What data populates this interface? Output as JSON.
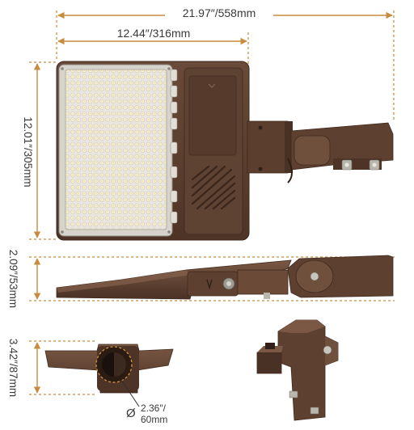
{
  "dimensions": {
    "overall_width": "21.97″/558mm",
    "head_width": "12.44″/316mm",
    "head_height": "12.01″/305mm",
    "side_height": "2.09″/53mm",
    "bracket_height": "3.42″/87mm",
    "pole_diameter_in": "2.36″/",
    "pole_diameter_mm": "60mm",
    "diameter_symbol": "Ø"
  },
  "colors": {
    "housing": "#5b3e2e",
    "housing_dark": "#3f2a1f",
    "housing_light": "#7a5844",
    "led": "#f3ead6",
    "dimension_line": "#c98c3e",
    "text": "#3a3a3a"
  }
}
